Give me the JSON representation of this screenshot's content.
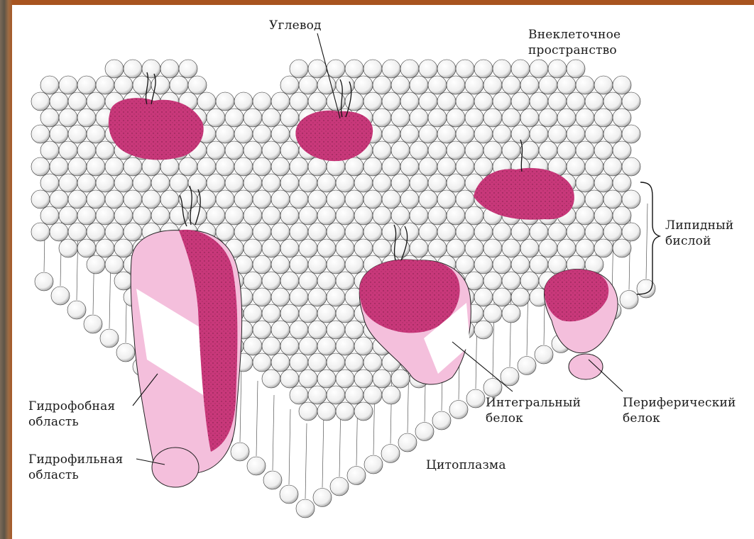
{
  "labels": {
    "carbohydrate": "Углевод",
    "extracellular": [
      "Внеклеточное",
      "пространство"
    ],
    "lipid_bilayer": [
      "Липидный",
      "бислой"
    ],
    "hydrophobic": [
      "Гидрофобная",
      "область"
    ],
    "hydrophilic": [
      "Гидрофильная",
      "область"
    ],
    "integral_protein": [
      "Интегральный",
      "белок"
    ],
    "peripheral_protein": [
      "Периферический",
      "белок"
    ],
    "cytoplasm": "Цитоплазма"
  },
  "colors": {
    "frame": "#a8541f",
    "protein_dark": "#c8387a",
    "protein_light": "#f4bfdc",
    "ink": "#1a1a1a"
  }
}
